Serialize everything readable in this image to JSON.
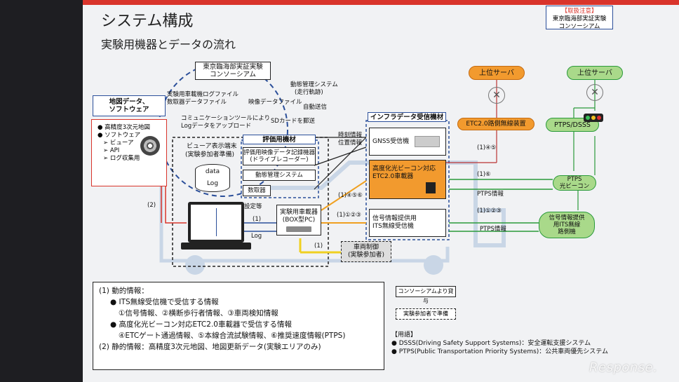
{
  "header": {
    "title": "システム構成",
    "subtitle": "実験用機器とデータの流れ",
    "notice_line1": "【取扱注意】",
    "notice_line2": "東京臨海部実証実験",
    "notice_line3": "コンソーシアム"
  },
  "consortium": {
    "line1": "東京臨海部実証実験",
    "line2": "コンソーシアム"
  },
  "map_data": {
    "title_line1": "地図データ、",
    "title_line2": "ソフトウェア",
    "items": [
      "● 高精度3次元地図",
      "● ソフトウェア",
      "➢ ビューア",
      "➢ API",
      "➢ ログ収集用"
    ]
  },
  "flow_labels": {
    "log_files_1": "実験用車載機ログファイル",
    "log_files_2": "数取器データファイル",
    "video_file": "映像データファイル",
    "comm_tool_1": "コミュニケーションツールにより",
    "comm_tool_2": "Logデータをアップロード",
    "sd_card": "SDカードを郵送",
    "dynamic_mgmt_1": "動態管理システム",
    "dynamic_mgmt_2": "(走行軌跡)",
    "auto_send": "自動送信",
    "time_info": "時刻情報",
    "position_info": "位置情報",
    "settings": "設定等",
    "num_2": "(2)",
    "num_1_a": "(1)",
    "num_1_b": "(1)",
    "log": "Log",
    "n_1456": "(1)④⑤⑥",
    "n_123": "(1)①②③",
    "n_145": "(1)④⑤",
    "n_16": "(1)⑥",
    "ptps_info_1": "PTPS情報",
    "n_1123": "(1)①②③",
    "ptps_info_2": "PTPS情報"
  },
  "viewer": {
    "label_1": "ビューア表示端末",
    "label_2": "(実験参加者準備)",
    "db_data": "data",
    "db_log": "Log"
  },
  "eval": {
    "title": "評価用機材",
    "recorder_1": "評価用映像データ記録機器",
    "recorder_2": "(ドライブレコーダー)",
    "dynamic": "動態管理システム",
    "counter": "数取器"
  },
  "infra": {
    "title": "インフラデータ受信機材",
    "gnss": "GNSS受信機",
    "etc_1": "高度化光ビーコン対応",
    "etc_2": "ETC2.0車載器",
    "its_1": "信号情報提供用",
    "its_2": "ITS無線受信機"
  },
  "onboard": {
    "line1": "実験用車載器",
    "line2": "(BOX型PC)"
  },
  "vehicle_ctrl": {
    "line1": "車両制御",
    "line2": "(実験参加者)"
  },
  "right": {
    "upper_server_1": "上位サーバ",
    "etc_roadside": "ETC2.0路側無線装置",
    "upper_server_2": "上位サーバ",
    "ptps_dsss": "PTPS/DSSS",
    "ptps_beacon_1": "PTPS",
    "ptps_beacon_2": "光ビーコン",
    "signal_1": "信号情報提供",
    "signal_2": "用ITS無線",
    "signal_3": "路側機"
  },
  "legend": {
    "provided": "コンソーシアムより貸与",
    "prepared": "実験参加者で準備"
  },
  "terms": {
    "title": "【用語】",
    "dsss": "● DSSS(Driving Safety Support Systems)：安全運転支援システム",
    "ptps": "● PTPS(Public Transportation Priority Systems)：公共車両優先システム"
  },
  "bottom": {
    "l1": "(1) 動的情報：",
    "l2": "● ITS無線受信機で受信する情報",
    "l3": "①信号情報、②横断歩行者情報、③車両検知情報",
    "l4": "● 高度化光ビーコン対応ETC2.0車載器で受信する情報",
    "l5": "④ETCゲート通過情報、⑤本線合流試験情報、⑥推奨速度情報(PTPS)",
    "l6": "(2) 静的情報：高精度3次元地図、地図更新データ(実験エリアのみ)"
  },
  "watermark": "Response."
}
